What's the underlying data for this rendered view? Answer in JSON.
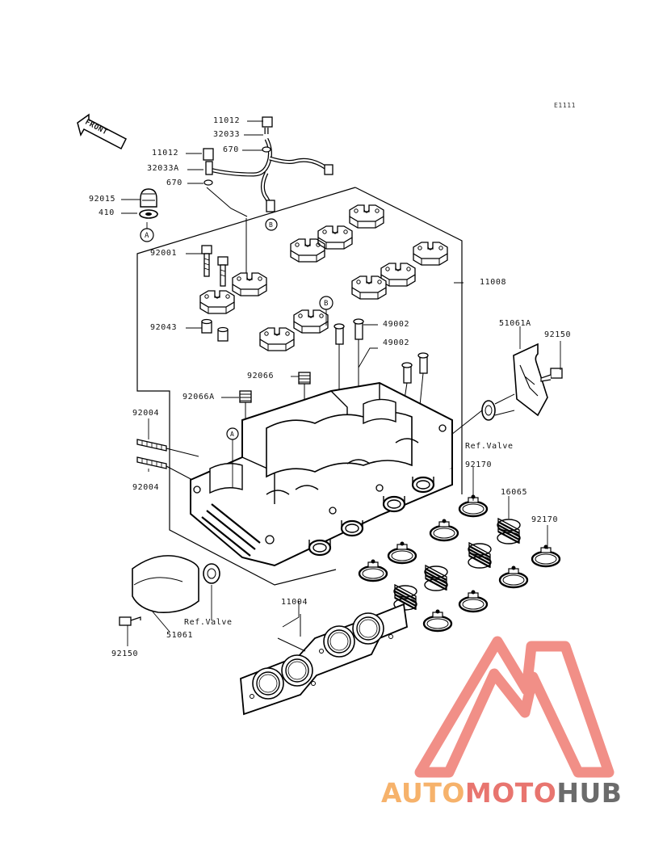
{
  "figure_code": "E1111",
  "front_label": "FRONT",
  "parts": {
    "p11012_top": "11012",
    "p32033": "32033",
    "p670_top": "670",
    "p11012": "11012",
    "p32033a": "32033A",
    "p670": "670",
    "p92015": "92015",
    "p410": "410",
    "p92001": "92001",
    "p11008": "11008",
    "p92043": "92043",
    "p49002_a": "49002",
    "p49002_b": "49002",
    "p51061a": "51061A",
    "p92150_right": "92150",
    "p92066": "92066",
    "p92066a": "92066A",
    "p92004_top": "92004",
    "p92004_bottom": "92004",
    "refvalve_right": "Ref.Valve",
    "p92170_a": "92170",
    "p16065": "16065",
    "p92170_b": "92170",
    "p11004": "11004",
    "refvalve_left": "Ref.Valve",
    "p51061": "51061",
    "p92150_left": "92150"
  },
  "callouts": {
    "a_top": "A",
    "a_head": "A",
    "b_pipe": "B",
    "b_cap": "B"
  },
  "watermark": {
    "part1": "AUTO",
    "part2": "MOTO",
    "part3": "HUB",
    "color1": "#f6b26b",
    "color2": "#e8756f",
    "color3": "#6b6b6b",
    "logo_color": "#ee7b72"
  }
}
